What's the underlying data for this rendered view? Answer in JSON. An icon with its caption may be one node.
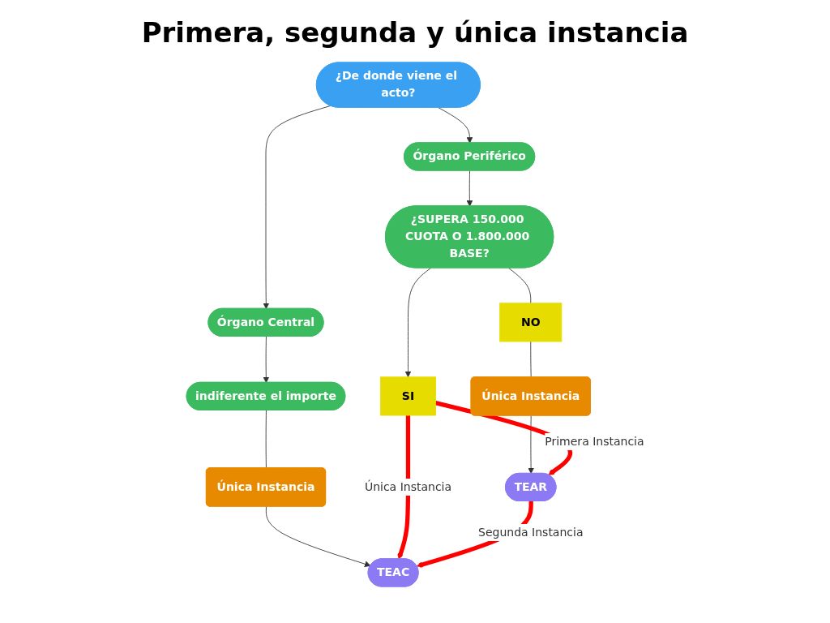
{
  "diagram": {
    "title": "Primera, segunda y única instancia",
    "nodes": [
      {
        "text": [
          "¿De donde viene el acto?"
        ]
      },
      {
        "text": [
          "Órgano Periférico"
        ]
      },
      {
        "text": [
          "Órgano Central"
        ]
      },
      {
        "text": [
          "¿SUPERA 150.000 CUOTA O 1.800.000 BASE?"
        ]
      },
      {
        "text": [
          "SI"
        ]
      },
      {
        "text": [
          "NO"
        ]
      },
      {
        "text": [
          "Única Instancia"
        ]
      },
      {
        "text": [
          "indiferente el importe"
        ]
      },
      {
        "text": [
          "Única Instancia"
        ]
      },
      {
        "text": [
          "TEAR"
        ]
      },
      {
        "text": [
          "TEAC"
        ]
      }
    ],
    "edges": [
      {
        "from": 0,
        "to": 1,
        "arrow": "to"
      },
      {
        "from": 0,
        "to": 2,
        "arrow": "to"
      },
      {
        "from": 1,
        "to": 3,
        "arrow": "to"
      },
      {
        "from": 3,
        "to": 4,
        "arrow": "to"
      },
      {
        "from": 3,
        "to": 5,
        "arrow": "none"
      },
      {
        "from": 5,
        "to": 6,
        "arrow": "none"
      },
      {
        "from": 6,
        "to": 9,
        "arrow": "to"
      },
      {
        "from": 2,
        "to": 7,
        "arrow": "to"
      },
      {
        "from": 7,
        "to": 8,
        "arrow": "none"
      },
      {
        "from": 8,
        "to": 10,
        "arrow": "to"
      },
      {
        "from": 4,
        "to": 9,
        "arrow": "to",
        "label": "Primera Instancia",
        "style": "thick",
        "color": "#ff0000"
      },
      {
        "from": 4,
        "to": 10,
        "arrow": "to",
        "label": "Única Instancia",
        "style": "thick",
        "color": "#ff0000"
      },
      {
        "from": 9,
        "to": 10,
        "arrow": "to",
        "label": "Segunda Instancia",
        "style": "thick",
        "color": "#ff0000"
      }
    ]
  }
}
